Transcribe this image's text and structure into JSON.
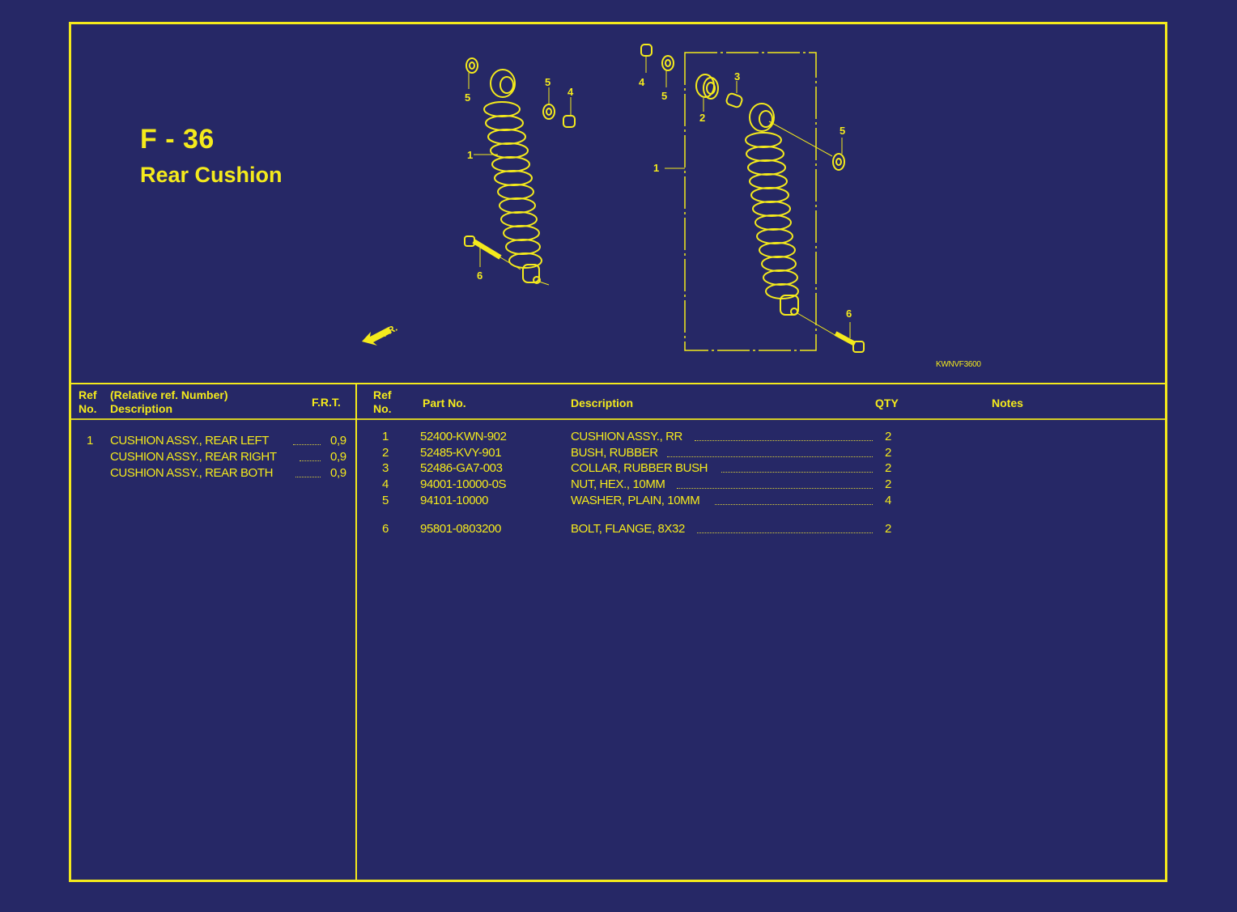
{
  "page": {
    "code": "F - 36",
    "title": "Rear Cushion",
    "diagram_id": "KWNVF3600",
    "direction_label": "FR."
  },
  "colors": {
    "background": "#262866",
    "accent": "#f4ea1c"
  },
  "diagram_callouts": {
    "left_assembly": [
      "5",
      "5",
      "4",
      "1",
      "6"
    ],
    "right_assembly": [
      "4",
      "5",
      "3",
      "2",
      "5",
      "1",
      "6"
    ]
  },
  "frt_table": {
    "headers": {
      "ref_no": "Ref\nNo.",
      "ref_line1": "Ref",
      "ref_line2": "No.",
      "desc_line1": "(Relative ref. Number)",
      "desc_line2": "Description",
      "frt": "F.R.T."
    },
    "rows": [
      {
        "ref": "1",
        "description": "CUSHION ASSY., REAR LEFT",
        "frt": "0,9"
      },
      {
        "ref": "",
        "description": "CUSHION ASSY., REAR RIGHT",
        "frt": "0,9"
      },
      {
        "ref": "",
        "description": "CUSHION ASSY., REAR BOTH",
        "frt": "0,9"
      }
    ]
  },
  "parts_table": {
    "headers": {
      "ref_line1": "Ref",
      "ref_line2": "No.",
      "part_no": "Part No.",
      "description": "Description",
      "qty": "QTY",
      "notes": "Notes"
    },
    "rows": [
      {
        "ref": "1",
        "part_no": "52400-KWN-902",
        "description": "CUSHION ASSY., RR",
        "qty": "2",
        "notes": ""
      },
      {
        "ref": "2",
        "part_no": "52485-KVY-901",
        "description": "BUSH, RUBBER",
        "qty": "2",
        "notes": ""
      },
      {
        "ref": "3",
        "part_no": "52486-GA7-003",
        "description": "COLLAR, RUBBER BUSH",
        "qty": "2",
        "notes": ""
      },
      {
        "ref": "4",
        "part_no": "94001-10000-0S",
        "description": "NUT, HEX., 10MM",
        "qty": "2",
        "notes": ""
      },
      {
        "ref": "5",
        "part_no": "94101-10000",
        "description": "WASHER, PLAIN, 10MM",
        "qty": "4",
        "notes": ""
      },
      {
        "ref": "6",
        "part_no": "95801-0803200",
        "description": "BOLT, FLANGE, 8X32",
        "qty": "2",
        "notes": ""
      }
    ]
  }
}
